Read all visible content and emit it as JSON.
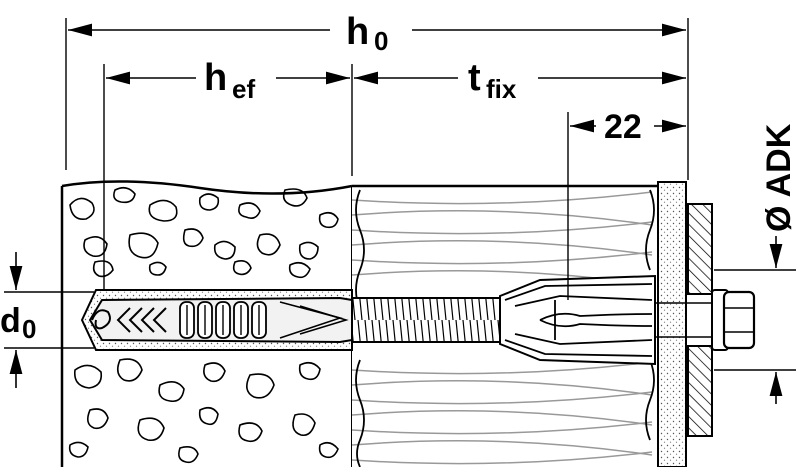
{
  "labels": {
    "h0_main": "h",
    "h0_sub": "0",
    "hef_main": "h",
    "hef_sub": "ef",
    "tfix_main": "t",
    "tfix_sub": "fix",
    "dim_22": "22",
    "d0_main": "d",
    "d0_sub": "0",
    "adk": "Ø ADK"
  },
  "colors": {
    "line": "#000000",
    "wood": "#e0e0e0",
    "plug": "#f2f2f2",
    "background": "#ffffff"
  }
}
